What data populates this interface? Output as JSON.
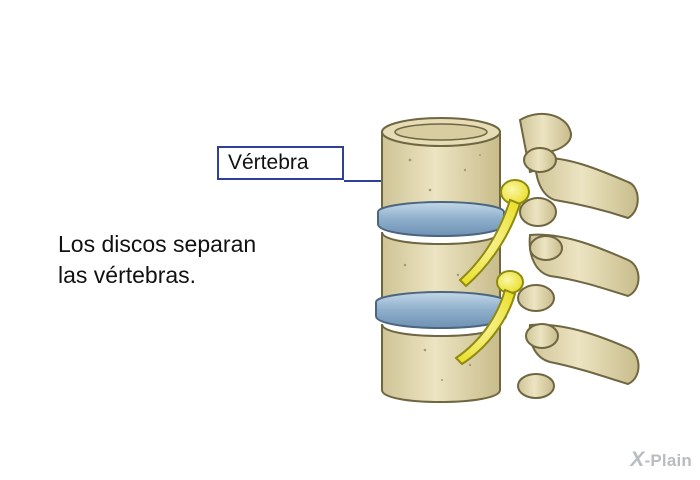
{
  "caption": {
    "line1": "Los discos separan",
    "line2": "las vértebras."
  },
  "label": {
    "vertebra": "Vértebra"
  },
  "logo": {
    "mark": "X",
    "text": "-Plain"
  },
  "colors": {
    "bone": "#e2d9b4",
    "bone_dark": "#b4a675",
    "bone_outline": "#6f6642",
    "disc": "#8eaecc",
    "disc_light": "#c3d8e8",
    "nerve": "#f2ea3a",
    "nerve_outline": "#8e8a12",
    "label_border": "#2f3f9a"
  }
}
